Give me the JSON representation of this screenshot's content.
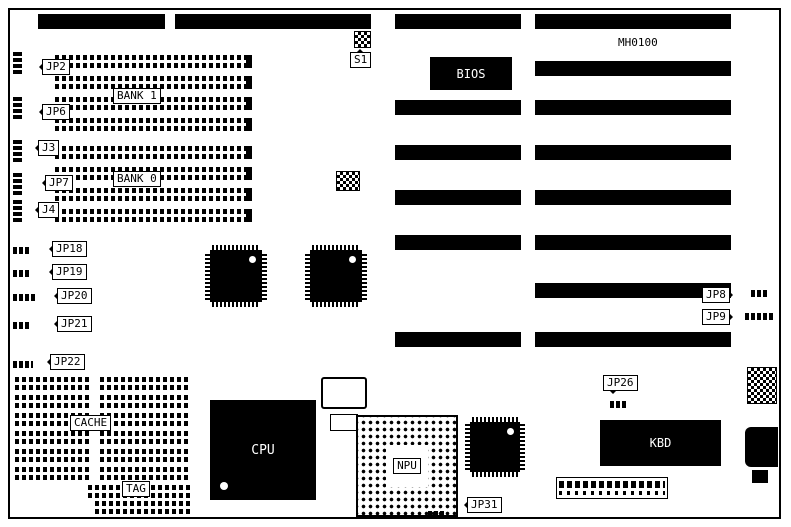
{
  "board": {
    "part_number": "MH0100"
  },
  "callouts": {
    "jp2": "JP2",
    "jp6": "JP6",
    "j3": "J3",
    "jp7": "JP7",
    "j4": "J4",
    "jp18": "JP18",
    "jp19": "JP19",
    "jp20": "JP20",
    "jp21": "JP21",
    "jp22": "JP22",
    "s1": "S1",
    "jp8": "JP8",
    "jp9": "JP9",
    "jp26": "JP26",
    "jp31": "JP31"
  },
  "regions": {
    "bank1": "BANK 1",
    "bank0": "BANK 0",
    "cache": "CACHE",
    "tag": "TAG"
  },
  "chips": {
    "bios": "BIOS",
    "cpu": "CPU",
    "npu": "NPU",
    "kbd": "KBD"
  },
  "colors": {
    "ink": "#000000",
    "background": "#ffffff"
  }
}
